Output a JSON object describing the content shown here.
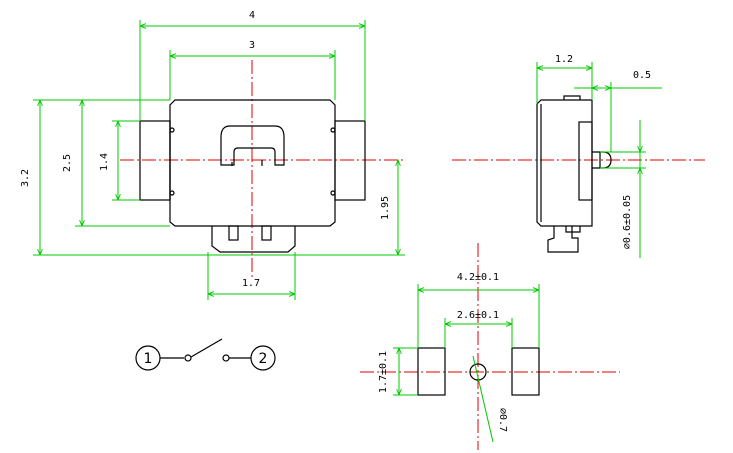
{
  "dimensions": {
    "d4": "4",
    "d3": "3",
    "d32": "3.2",
    "d25": "2.5",
    "d14": "1.4",
    "d195": "1.95",
    "d17": "1.7",
    "d12": "1.2",
    "d05": "0.5",
    "phi": "⌀0.6±0.05",
    "pad_outer": "4.2±0.1",
    "pad_inner": "2.6±0.1",
    "pad_height": "1.7±0.1",
    "hole": "⌀0.7"
  },
  "schematic": {
    "pin1": "1",
    "pin2": "2"
  },
  "colors": {
    "outline": "#000000",
    "dimension": "#00c800",
    "centerline": "#e00000"
  }
}
